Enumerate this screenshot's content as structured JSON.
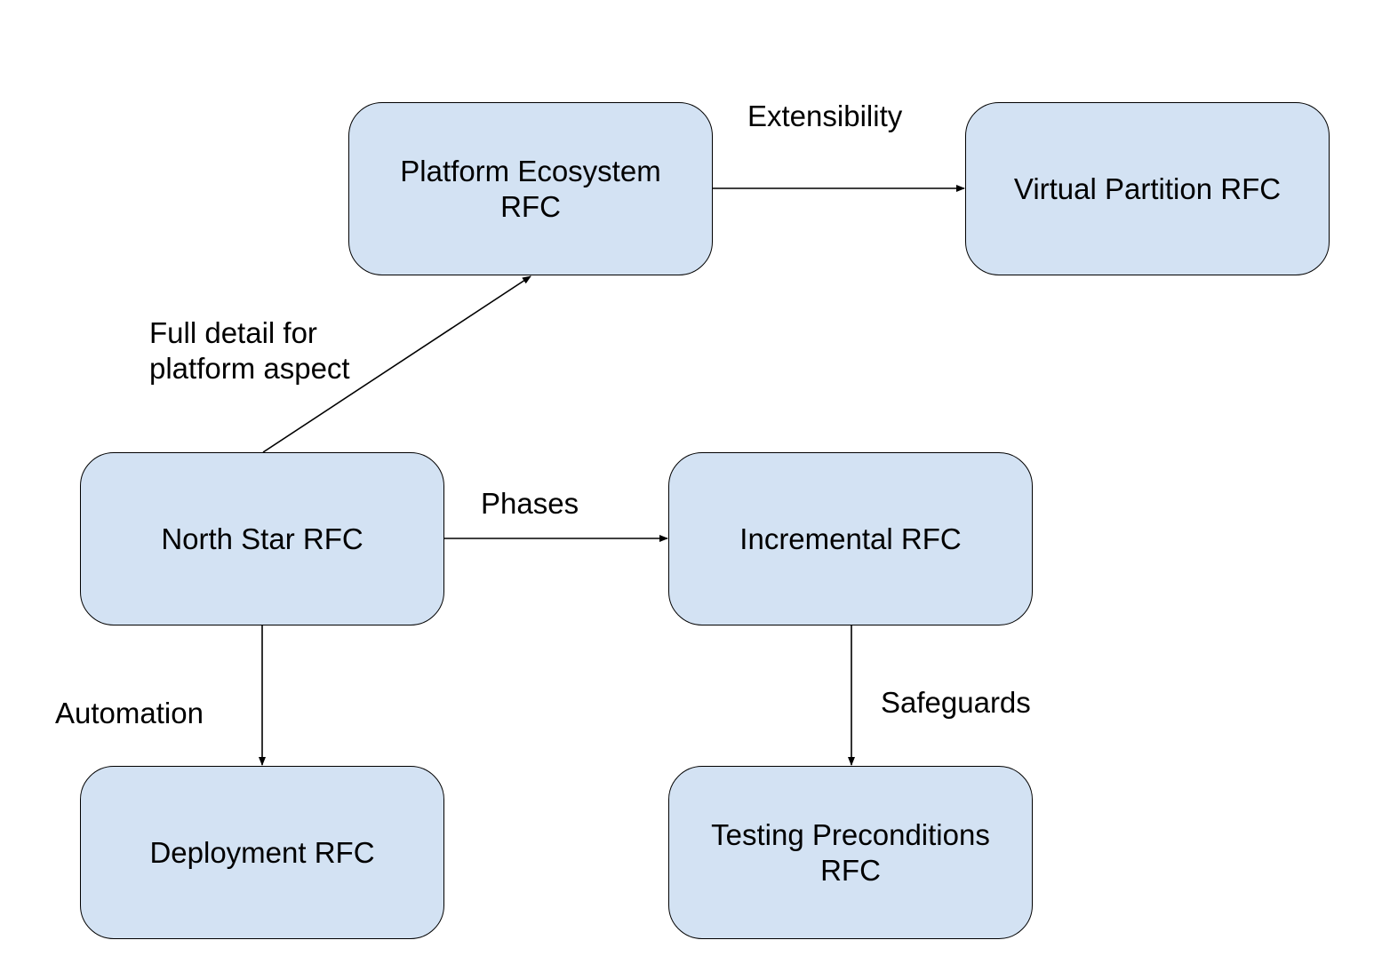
{
  "nodes": {
    "platform_ecosystem": "Platform Ecosystem\nRFC",
    "virtual_partition": "Virtual Partition RFC",
    "north_star": "North Star RFC",
    "incremental": "Incremental RFC",
    "deployment": "Deployment RFC",
    "testing_preconditions": "Testing Preconditions\nRFC"
  },
  "edges": {
    "extensibility": "Extensibility",
    "full_detail": "Full detail for\nplatform aspect",
    "phases": "Phases",
    "automation": "Automation",
    "safeguards": "Safeguards"
  },
  "colors": {
    "node_fill": "#d3e2f3",
    "node_border": "#000000",
    "edge": "#000000"
  }
}
